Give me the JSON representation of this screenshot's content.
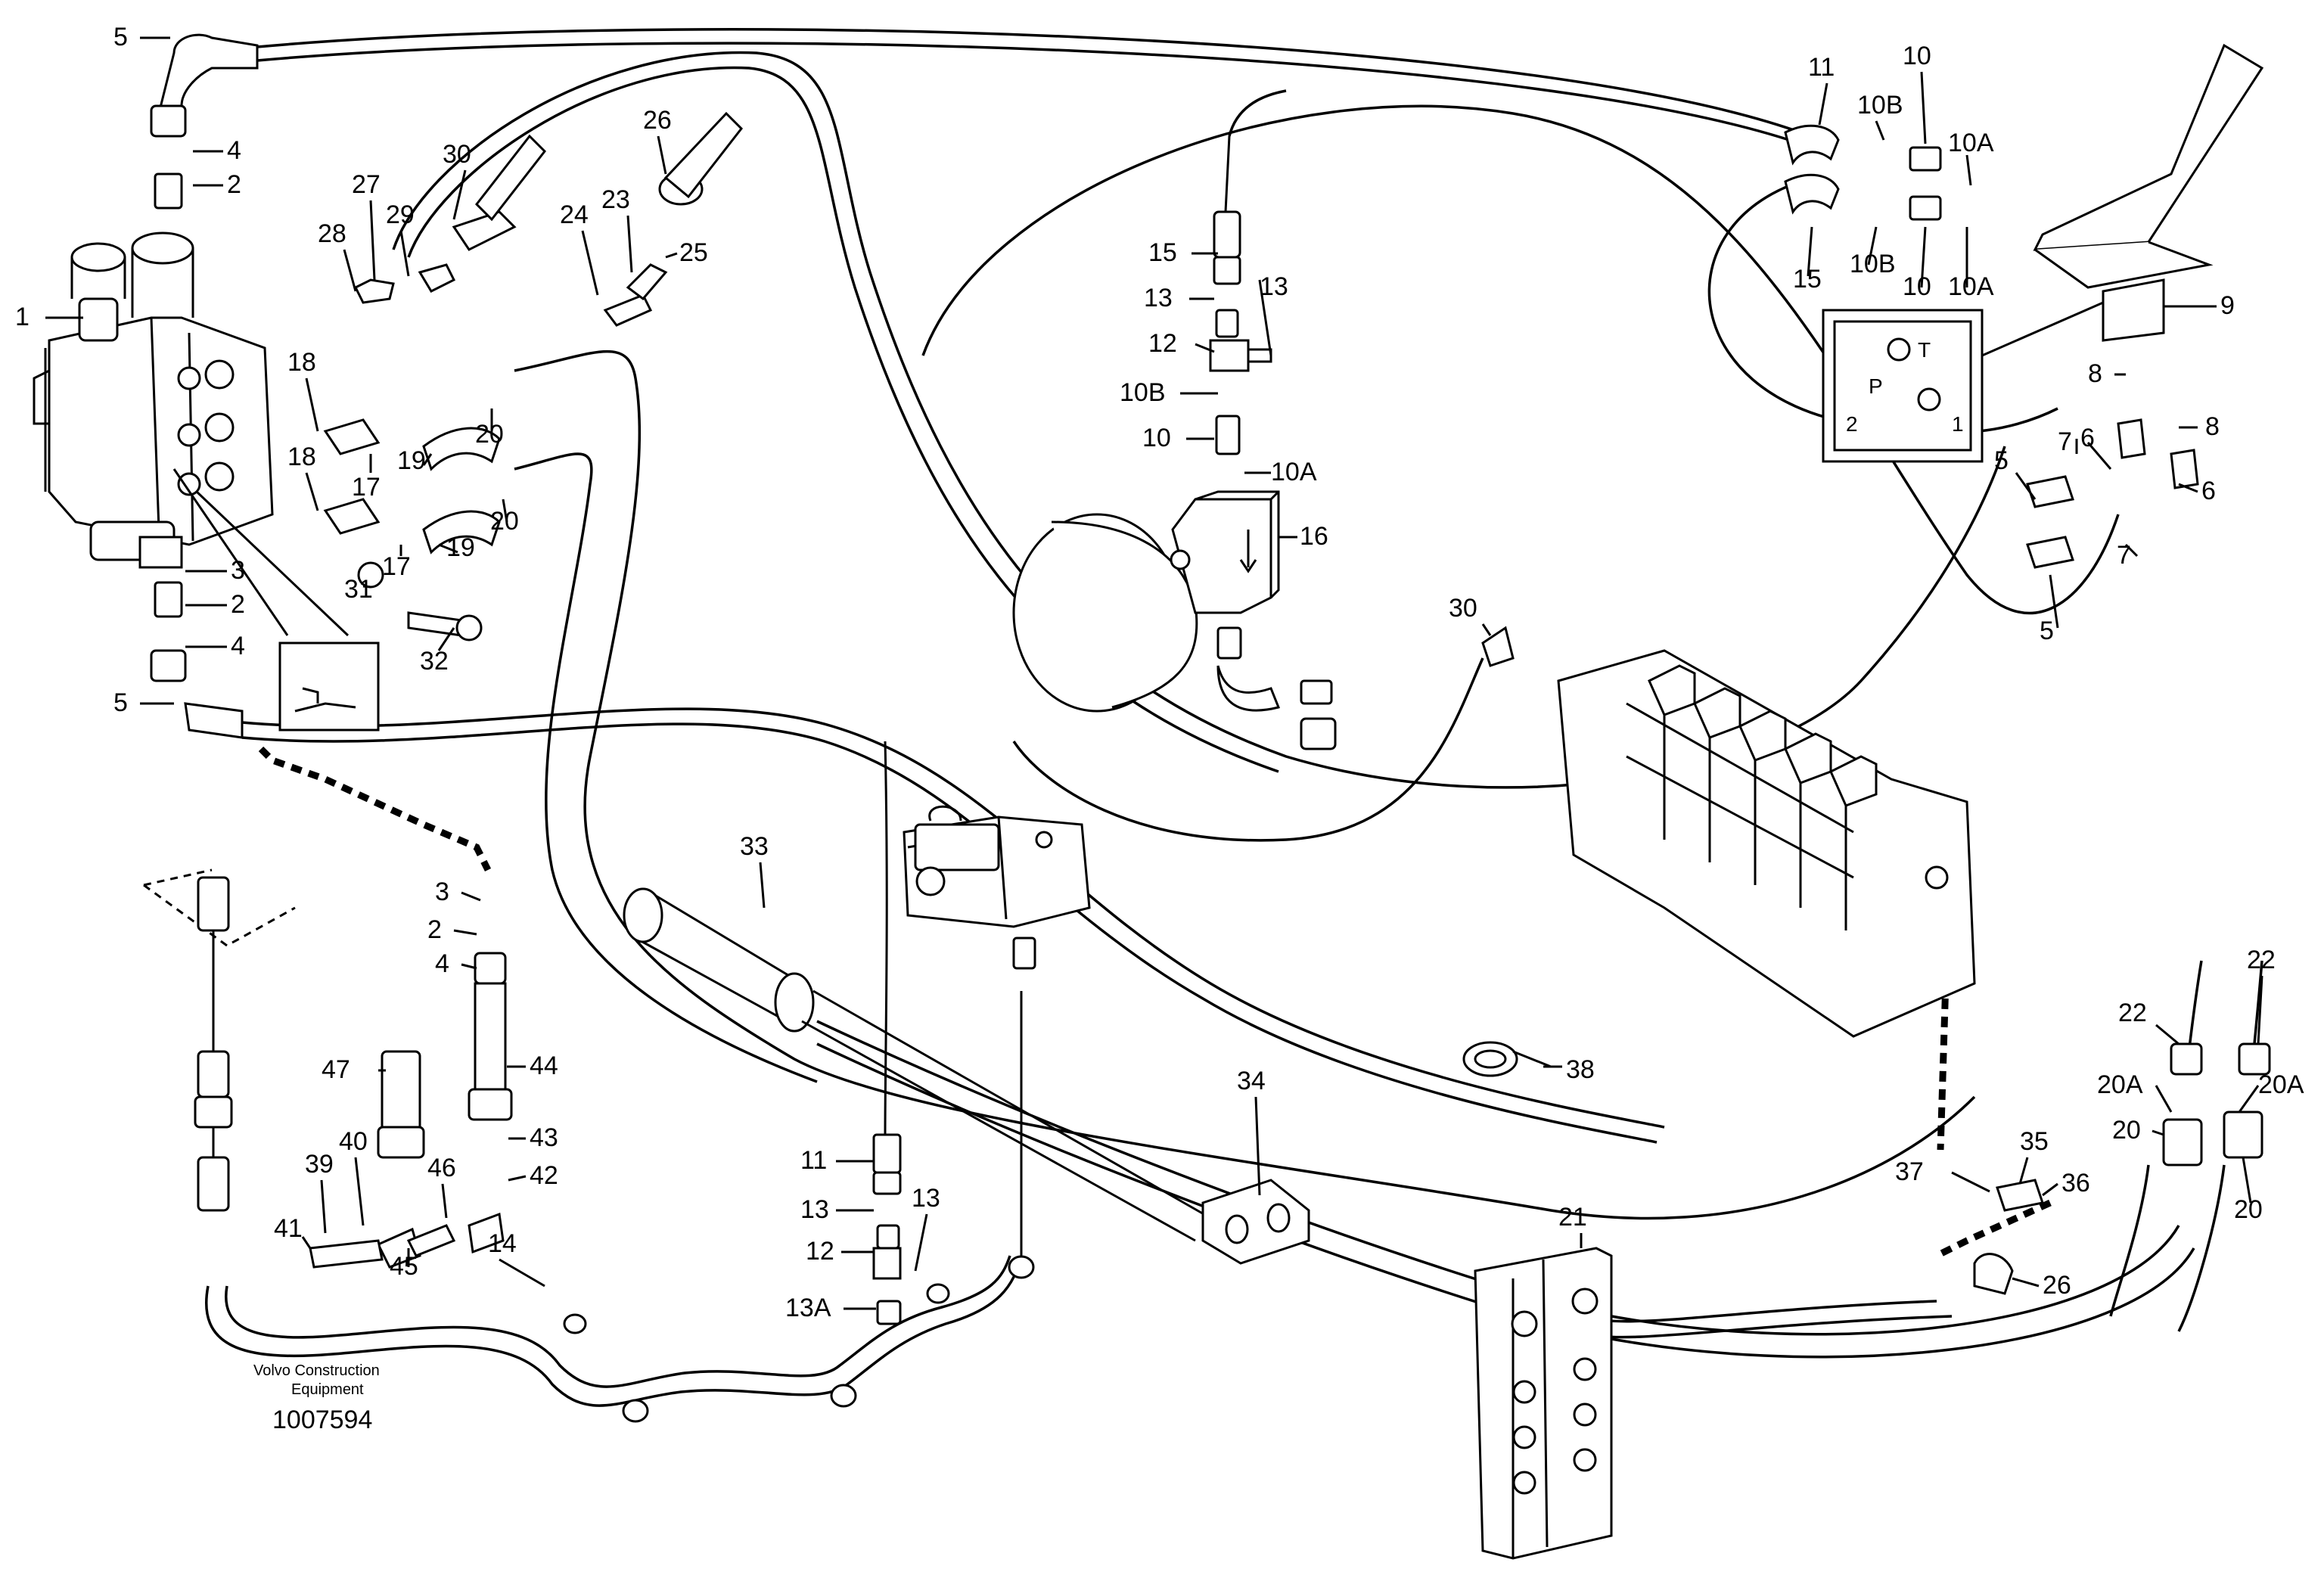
{
  "caption": {
    "maker_line1": "Volvo Construction",
    "maker_line2": "Equipment",
    "drawing_number": "1007594"
  },
  "port_labels": {
    "t": "T",
    "p": "P",
    "two": "2",
    "one": "1"
  },
  "callouts": [
    "1",
    "2",
    "3",
    "4",
    "5",
    "6",
    "7",
    "8",
    "9",
    "10",
    "10A",
    "10B",
    "11",
    "12",
    "13",
    "13A",
    "14",
    "15",
    "16",
    "17",
    "18",
    "19",
    "20",
    "20A",
    "21",
    "22",
    "23",
    "24",
    "25",
    "26",
    "27",
    "28",
    "29",
    "30",
    "31",
    "32",
    "33",
    "34",
    "35",
    "36",
    "37",
    "38",
    "39",
    "40",
    "41",
    "42",
    "43",
    "44",
    "45",
    "46",
    "47"
  ],
  "labels": [
    {
      "text": "5"
    },
    {
      "text": "4"
    },
    {
      "text": "2"
    },
    {
      "text": "1"
    },
    {
      "text": "3"
    },
    {
      "text": "2"
    },
    {
      "text": "4"
    },
    {
      "text": "5"
    },
    {
      "text": "28"
    },
    {
      "text": "27"
    },
    {
      "text": "29"
    },
    {
      "text": "30"
    },
    {
      "text": "26"
    },
    {
      "text": "24"
    },
    {
      "text": "23"
    },
    {
      "text": "25"
    },
    {
      "text": "18"
    },
    {
      "text": "18"
    },
    {
      "text": "17"
    },
    {
      "text": "17"
    },
    {
      "text": "19"
    },
    {
      "text": "19"
    },
    {
      "text": "20"
    },
    {
      "text": "20"
    },
    {
      "text": "31"
    },
    {
      "text": "32"
    },
    {
      "text": "15"
    },
    {
      "text": "13"
    },
    {
      "text": "13"
    },
    {
      "text": "12"
    },
    {
      "text": "10B"
    },
    {
      "text": "10"
    },
    {
      "text": "10A"
    },
    {
      "text": "16"
    },
    {
      "text": "11"
    },
    {
      "text": "10B"
    },
    {
      "text": "10"
    },
    {
      "text": "10A"
    },
    {
      "text": "15"
    },
    {
      "text": "10B"
    },
    {
      "text": "10"
    },
    {
      "text": "10A"
    },
    {
      "text": "9"
    },
    {
      "text": "8"
    },
    {
      "text": "8"
    },
    {
      "text": "7"
    },
    {
      "text": "6"
    },
    {
      "text": "6"
    },
    {
      "text": "5"
    },
    {
      "text": "7"
    },
    {
      "text": "5"
    },
    {
      "text": "30"
    },
    {
      "text": "33"
    },
    {
      "text": "3"
    },
    {
      "text": "2"
    },
    {
      "text": "4"
    },
    {
      "text": "44"
    },
    {
      "text": "47"
    },
    {
      "text": "43"
    },
    {
      "text": "42"
    },
    {
      "text": "46"
    },
    {
      "text": "40"
    },
    {
      "text": "39"
    },
    {
      "text": "41"
    },
    {
      "text": "45"
    },
    {
      "text": "14"
    },
    {
      "text": "11"
    },
    {
      "text": "13"
    },
    {
      "text": "13"
    },
    {
      "text": "12"
    },
    {
      "text": "13A"
    },
    {
      "text": "34"
    },
    {
      "text": "38"
    },
    {
      "text": "21"
    },
    {
      "text": "22"
    },
    {
      "text": "22"
    },
    {
      "text": "20A"
    },
    {
      "text": "20A"
    },
    {
      "text": "20"
    },
    {
      "text": "20"
    },
    {
      "text": "35"
    },
    {
      "text": "37"
    },
    {
      "text": "36"
    },
    {
      "text": "26"
    }
  ]
}
